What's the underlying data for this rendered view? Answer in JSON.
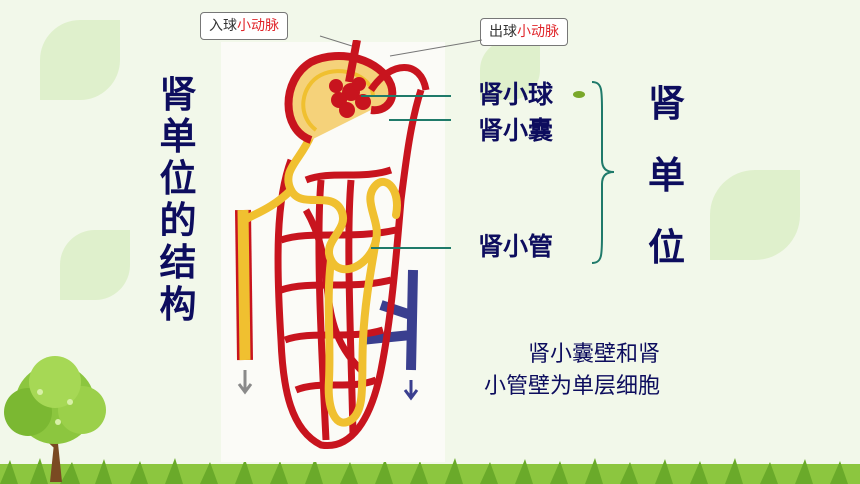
{
  "title_vertical": [
    "肾",
    "单",
    "位",
    "的",
    "结",
    "构"
  ],
  "callouts": {
    "afferent_prefix": "入球",
    "afferent_red": "小动脉",
    "efferent_prefix": "出球",
    "efferent_red": "小动脉"
  },
  "labels": {
    "glomerulus": "肾小球",
    "capsule": "肾小囊",
    "tubule": "肾小管"
  },
  "unit_vertical": [
    "肾",
    "单",
    "位"
  ],
  "note": {
    "line1": "肾小囊壁和肾",
    "line2": "小管壁为单层细胞"
  },
  "colors": {
    "title": "#0d0d5e",
    "artery": "#c8141e",
    "tubule": "#f0c030",
    "vein": "#3a3f8f",
    "callout_highlight": "#e0262b"
  }
}
